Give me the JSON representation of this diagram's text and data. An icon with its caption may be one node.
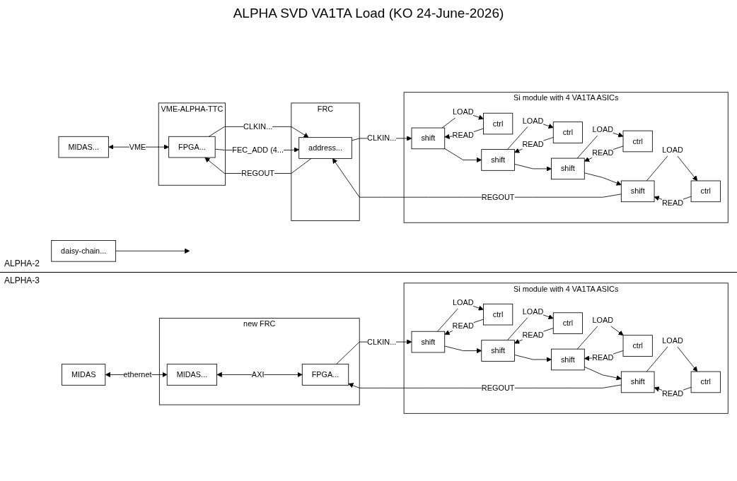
{
  "diagram": {
    "title": "ALPHA SVD VA1TA Load (KO 24-June-2026)",
    "nodes": [
      {
        "text": [
          "MIDAS..."
        ]
      },
      {
        "text": [
          "VME-ALPHA-TTC"
        ]
      },
      {
        "text": [
          "FPGA..."
        ],
        "in": 1
      },
      {
        "text": [
          "FRC"
        ]
      },
      {
        "text": [
          "address..."
        ],
        "in": 3
      },
      {
        "text": [
          "Si module with 4 VA1TA ASICs"
        ]
      },
      {
        "text": [
          "ctrl"
        ],
        "in": 5
      },
      {
        "text": [
          "ctrl"
        ],
        "in": 5
      },
      {
        "text": [
          "ctrl"
        ],
        "in": 5
      },
      {
        "text": [
          "ctrl"
        ],
        "in": 5
      },
      {
        "text": [
          "shift"
        ],
        "in": 5
      },
      {
        "text": [
          "shift"
        ],
        "in": 5
      },
      {
        "text": [
          "shift"
        ],
        "in": 5
      },
      {
        "text": [
          "shift"
        ],
        "in": 5
      },
      {
        "text": [
          "daisy-chain..."
        ]
      },
      {
        "text": [
          "MIDAS"
        ]
      },
      {
        "text": [
          "new FRC"
        ]
      },
      {
        "text": [
          "MIDAS..."
        ],
        "in": 16
      },
      {
        "text": [
          "FPGA..."
        ],
        "in": 16
      },
      {
        "text": [
          "Si module with 4 VA1TA ASICs"
        ]
      },
      {
        "text": [
          "ctrl"
        ],
        "in": 19
      },
      {
        "text": [
          "ctrl"
        ],
        "in": 19
      },
      {
        "text": [
          "ctrl"
        ],
        "in": 19
      },
      {
        "text": [
          "ctrl"
        ],
        "in": 19
      },
      {
        "text": [
          "shift"
        ],
        "in": 19
      },
      {
        "text": [
          "shift"
        ],
        "in": 19
      },
      {
        "text": [
          "shift"
        ],
        "in": 19
      },
      {
        "text": [
          "shift"
        ],
        "in": 19
      }
    ],
    "edges": [
      {
        "from": 0,
        "to": 2,
        "label": "VME",
        "arrow": "both"
      },
      {
        "from": 2,
        "to": 4,
        "label": "CLKIN...",
        "arrow": "to"
      },
      {
        "from": 2,
        "to": 4,
        "label": "FEC_ADD (4...",
        "arrow": "to"
      },
      {
        "from": 4,
        "to": 2,
        "label": "REGOUT",
        "arrow": "to"
      },
      {
        "from": 14,
        "to": null,
        "arrow": "to"
      },
      {
        "from": 4,
        "to": 10,
        "label": "CLKIN...",
        "arrow": "to"
      },
      {
        "from": 10,
        "to": 6,
        "label": "LOAD",
        "arrow": "to"
      },
      {
        "from": 6,
        "to": 10,
        "label": "READ",
        "arrow": "to"
      },
      {
        "from": 11,
        "to": 7,
        "label": "LOAD",
        "arrow": "to"
      },
      {
        "from": 7,
        "to": 11,
        "label": "READ",
        "arrow": "to"
      },
      {
        "from": 12,
        "to": 8,
        "label": "LOAD",
        "arrow": "to"
      },
      {
        "from": 8,
        "to": 12,
        "label": "READ",
        "arrow": "to"
      },
      {
        "from": 13,
        "to": 9,
        "label": "LOAD",
        "arrow": "to"
      },
      {
        "from": 9,
        "to": 13,
        "label": "READ",
        "arrow": "to"
      },
      {
        "from": 10,
        "to": 11,
        "arrow": "to"
      },
      {
        "from": 11,
        "to": 12,
        "arrow": "to"
      },
      {
        "from": 12,
        "to": 13,
        "arrow": "to"
      },
      {
        "from": 13,
        "to": 4,
        "label": "REGOUT",
        "arrow": "to"
      },
      {
        "from": 15,
        "to": 17,
        "label": "ethernet",
        "arrow": "both"
      },
      {
        "from": 17,
        "to": 18,
        "label": "AXI",
        "arrow": "both"
      },
      {
        "from": 18,
        "to": 24,
        "label": "CLKIN...",
        "arrow": "to"
      },
      {
        "from": 24,
        "to": 20,
        "label": "LOAD",
        "arrow": "to"
      },
      {
        "from": 20,
        "to": 24,
        "label": "READ",
        "arrow": "to"
      },
      {
        "from": 25,
        "to": 21,
        "label": "LOAD",
        "arrow": "to"
      },
      {
        "from": 21,
        "to": 25,
        "label": "READ",
        "arrow": "to"
      },
      {
        "from": 26,
        "to": 22,
        "label": "LOAD",
        "arrow": "to"
      },
      {
        "from": 22,
        "to": 26,
        "label": "READ",
        "arrow": "to"
      },
      {
        "from": 27,
        "to": 23,
        "label": "LOAD",
        "arrow": "to"
      },
      {
        "from": 23,
        "to": 27,
        "label": "READ",
        "arrow": "to"
      },
      {
        "from": 24,
        "to": 25,
        "arrow": "to"
      },
      {
        "from": 25,
        "to": 26,
        "arrow": "to"
      },
      {
        "from": 26,
        "to": 27,
        "arrow": "to"
      },
      {
        "from": 27,
        "to": 18,
        "label": "REGOUT",
        "arrow": "to"
      }
    ],
    "labels": [
      "ALPHA-2",
      "ALPHA-3"
    ]
  }
}
